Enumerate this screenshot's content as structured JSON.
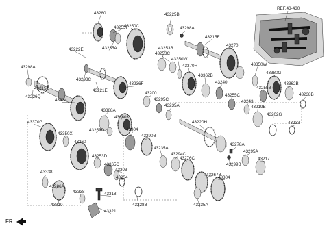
{
  "reference_label": "REF.43-430",
  "direction_label": "FR.",
  "part_labels": [
    "43280",
    "43255F",
    "43250C",
    "43235A",
    "43225B",
    "43298A",
    "43215F",
    "43270",
    "43222E",
    "43253B",
    "43253C",
    "43298A",
    "43350W",
    "43370H",
    "43362B",
    "43350W",
    "43380G",
    "43293C",
    "43221E",
    "43236F",
    "43240",
    "43255B",
    "43362B",
    "43238B",
    "43215G",
    "43226Q",
    "43334",
    "43200",
    "43295C",
    "43255C",
    "43243",
    "43219B",
    "43202G",
    "43235A",
    "43388A",
    "43253D",
    "43380K",
    "43220H",
    "43233",
    "43370G",
    "43350X",
    "43260",
    "43304",
    "43290B",
    "43235A",
    "43278A",
    "43295A",
    "43294C",
    "43276C",
    "43217T",
    "43299B",
    "43253D",
    "43265C",
    "43303",
    "43234",
    "43338",
    "43286A",
    "43338",
    "43318",
    "43235A",
    "43267B",
    "43304",
    "43228B",
    "43310",
    "43321"
  ]
}
